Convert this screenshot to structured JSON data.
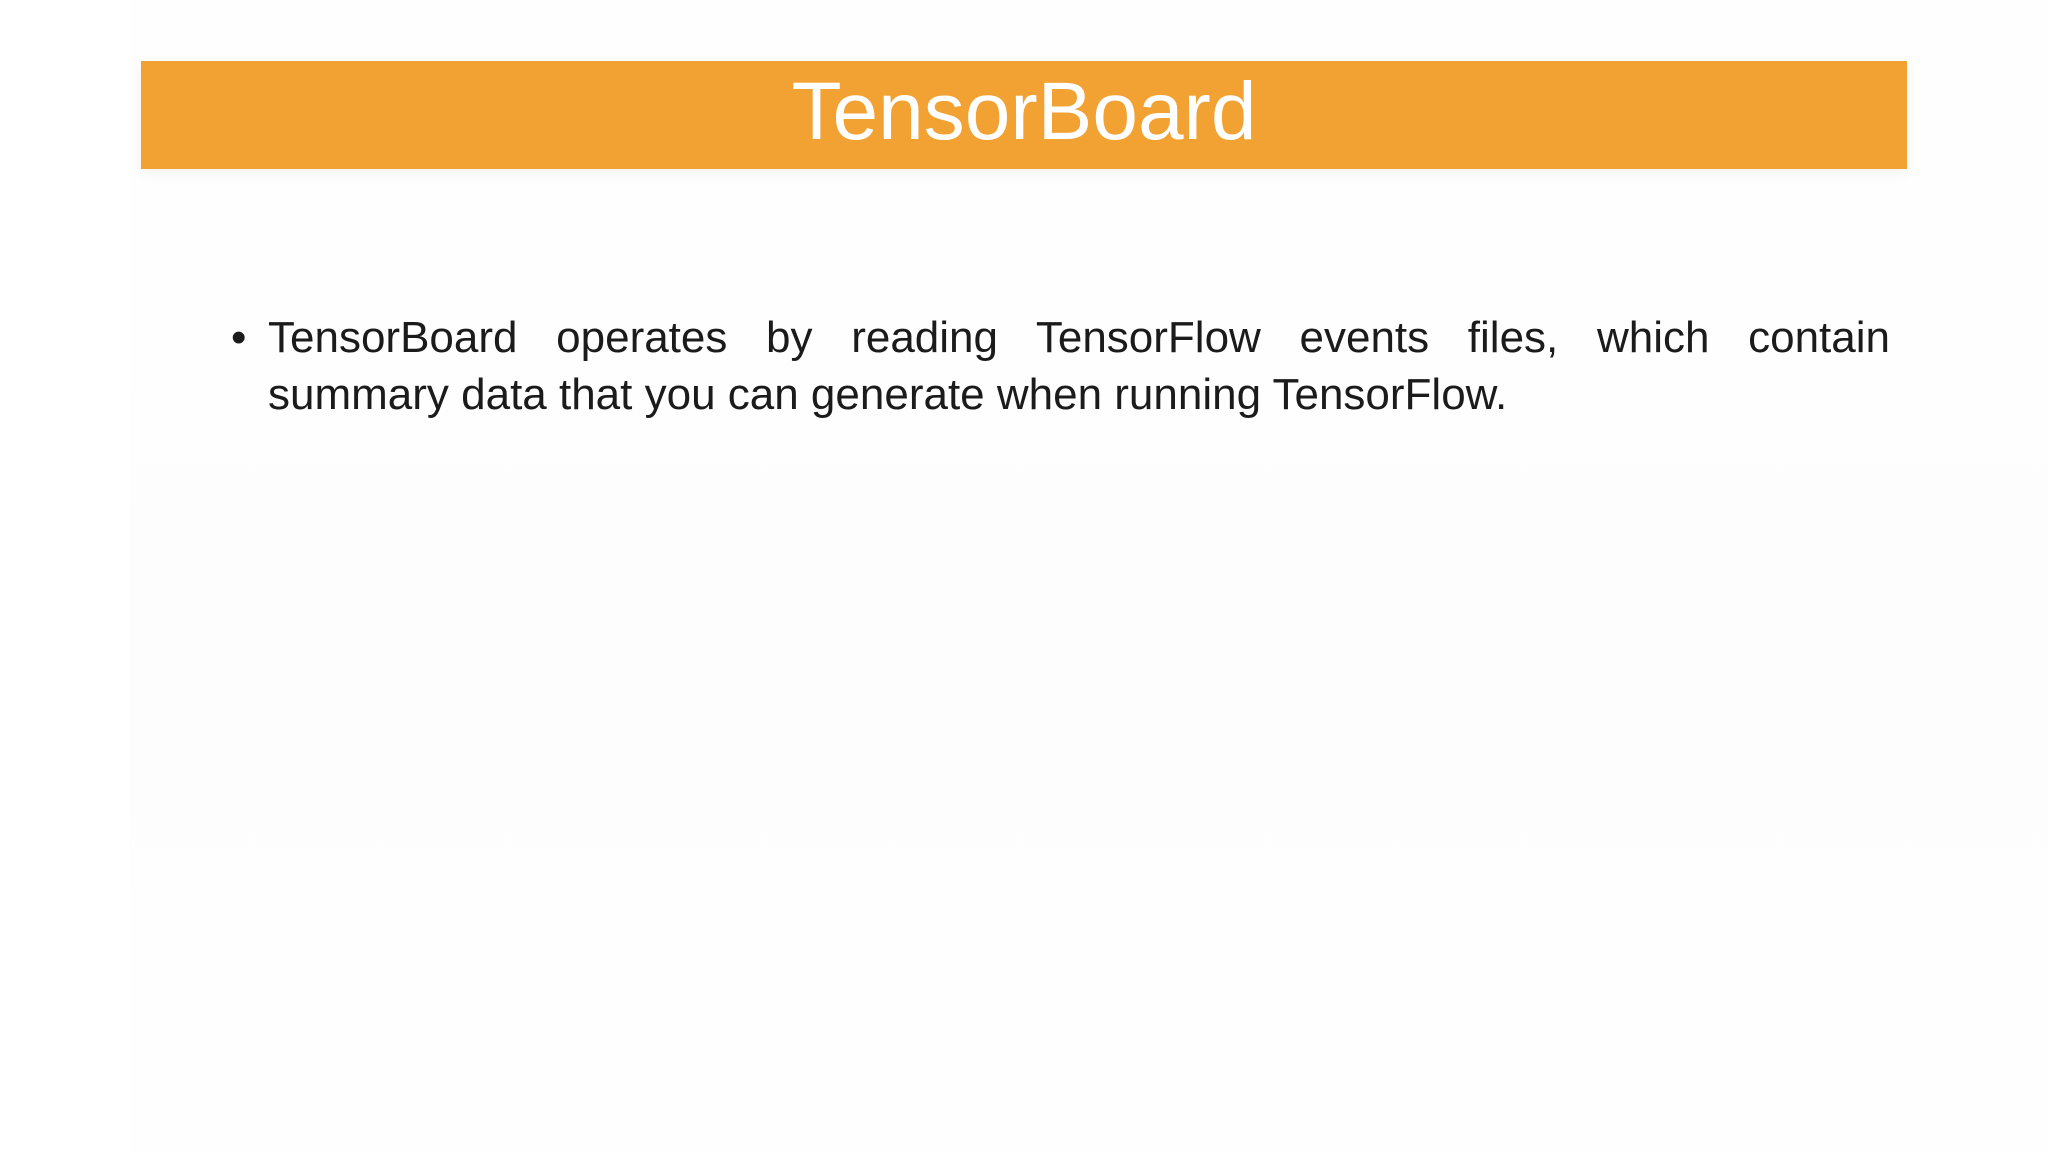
{
  "slide": {
    "title": "TensorBoard",
    "colors": {
      "title_bar_bg": "#F2A233",
      "title_text": "#FFFFFF",
      "body_text": "#1B1B1B",
      "slide_bg": "#FFFFFF"
    },
    "bullets": [
      {
        "marker": "•",
        "text": "TensorBoard operates by reading TensorFlow events files, which contain summary data that you can generate when running TensorFlow.",
        "line1": "TensorBoard operates by reading TensorFlow events files, which contain",
        "line2": "summary data that you can generate when running TensorFlow."
      }
    ]
  }
}
